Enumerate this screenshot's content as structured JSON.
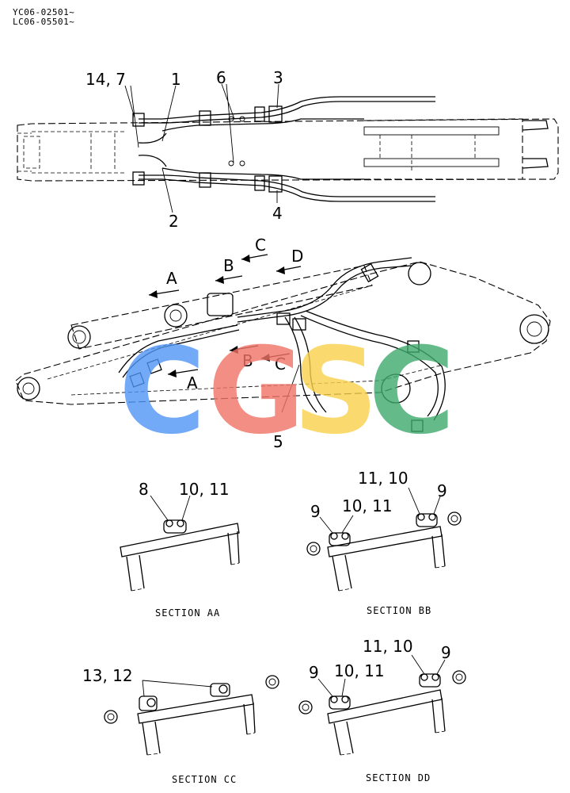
{
  "header": {
    "serial_1": "YC06-02501~",
    "serial_2": "LC06-05501~"
  },
  "top_view_callouts": {
    "c_14_7": "14, 7",
    "c_1": "1",
    "c_6": "6",
    "c_3": "3",
    "c_2": "2",
    "c_4": "4"
  },
  "side_view_callouts": {
    "c_A_upper": "A",
    "c_B_upper": "B",
    "c_C_upper": "C",
    "c_D_upper": "D",
    "c_B_lower": "B",
    "c_C_lower": "C",
    "c_A_lower": "A",
    "c_5": "5"
  },
  "sections": {
    "aa": {
      "label": "SECTION AA",
      "callouts": [
        "8",
        "10, 11"
      ]
    },
    "bb": {
      "label": "SECTION BB",
      "callouts": [
        "11, 10",
        "9",
        "9",
        "10, 11"
      ]
    },
    "cc": {
      "label": "SECTION CC",
      "callouts": [
        "13, 12"
      ]
    },
    "dd": {
      "label": "SECTION DD",
      "callouts": [
        "11, 10",
        "9",
        "9",
        "10, 11"
      ]
    }
  },
  "watermark": {
    "letters": [
      "C",
      "G",
      "S",
      "C"
    ],
    "colors": [
      "#4f96f7",
      "#f07366",
      "#f9d04a",
      "#3fa96c"
    ]
  }
}
